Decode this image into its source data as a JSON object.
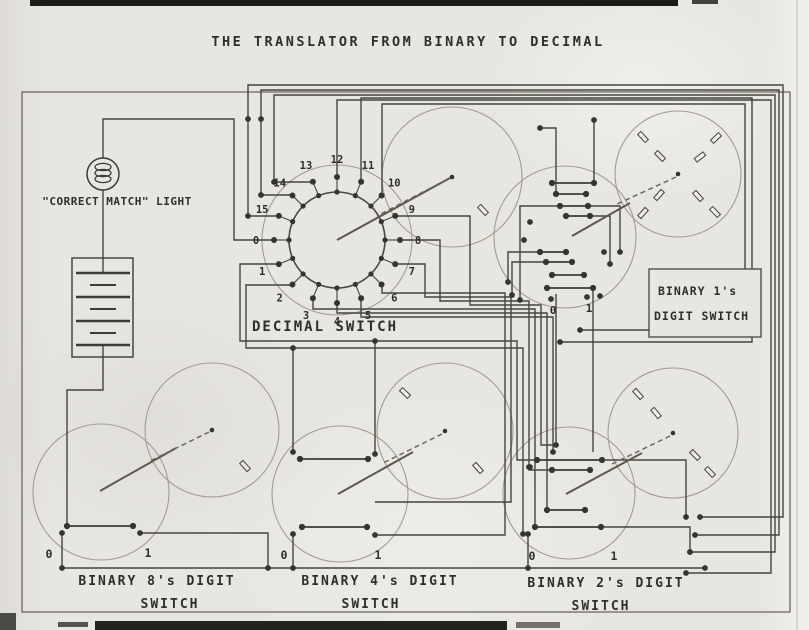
{
  "title": "THE TRANSLATOR FROM BINARY TO DECIMAL",
  "lamp": {
    "label": "\"CORRECT MATCH\" LIGHT"
  },
  "battery": {
    "cells": 7
  },
  "decimal_switch": {
    "label": "DECIMAL SWITCH",
    "positions": [
      "0",
      "1",
      "2",
      "3",
      "4",
      "5",
      "6",
      "7",
      "8",
      "9",
      "10",
      "11",
      "12",
      "13",
      "14",
      "15"
    ],
    "pointer_position": "9"
  },
  "binary_switches": [
    {
      "id": "binary-1s-digit-switch",
      "label_lines": [
        "BINARY 1's",
        "DIGIT SWITCH"
      ],
      "contacts": [
        "0",
        "1"
      ],
      "knob_ticks": 8
    },
    {
      "id": "binary-8s-digit-switch",
      "label_lines": [
        "BINARY 8's DIGIT",
        "SWITCH"
      ],
      "contacts": [
        "0",
        "1"
      ],
      "knob_ticks": 1
    },
    {
      "id": "binary-4s-digit-switch",
      "label_lines": [
        "BINARY 4's DIGIT",
        "SWITCH"
      ],
      "contacts": [
        "0",
        "1"
      ],
      "knob_ticks": 2
    },
    {
      "id": "binary-2s-digit-switch",
      "label_lines": [
        "BINARY 2's DIGIT",
        "SWITCH"
      ],
      "contacts": [
        "0",
        "1"
      ],
      "knob_ticks": 4
    }
  ],
  "colors": {
    "paper": "#e8e6e1",
    "ink": "#45443d",
    "faint": "#a09c92",
    "text": "#2f2e29"
  }
}
